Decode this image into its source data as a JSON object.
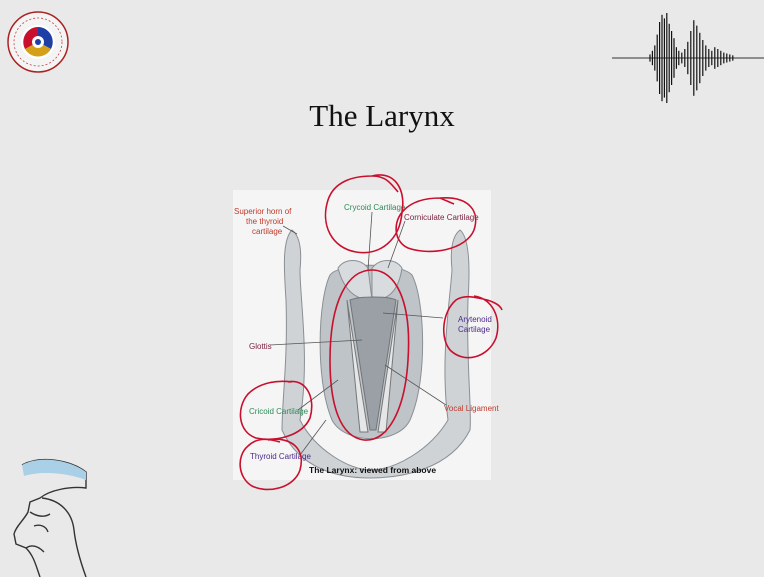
{
  "slide": {
    "title": "The Larynx"
  },
  "figure": {
    "caption": "The Larynx: viewed from above",
    "labels": {
      "superior_horn_line1": "Superior horn of",
      "superior_horn_line2": "the thyroid",
      "superior_horn_line3": "cartilage",
      "crycoid": "Crycoid Cartilage",
      "corniculate": "Corniculate Cartilage",
      "arytenoid_line1": "Arytenoid",
      "arytenoid_line2": "Cartilage",
      "glottis": "Glottis",
      "vocal_ligament": "Vocal Ligament",
      "cricoid": "Cricoid Cartilage",
      "thyroid": "Thyroid Cartilage"
    }
  },
  "colors": {
    "background": "#e9e9e9",
    "annotation_red": "#c8102e",
    "label_green": "#2e8b57",
    "label_purple": "#4b2a8a",
    "label_red": "#c0392b",
    "label_maroon": "#7a1f3d"
  },
  "icons": [
    "institute-logo-icon",
    "speech-waveform-icon",
    "vocal-tract-icon"
  ]
}
